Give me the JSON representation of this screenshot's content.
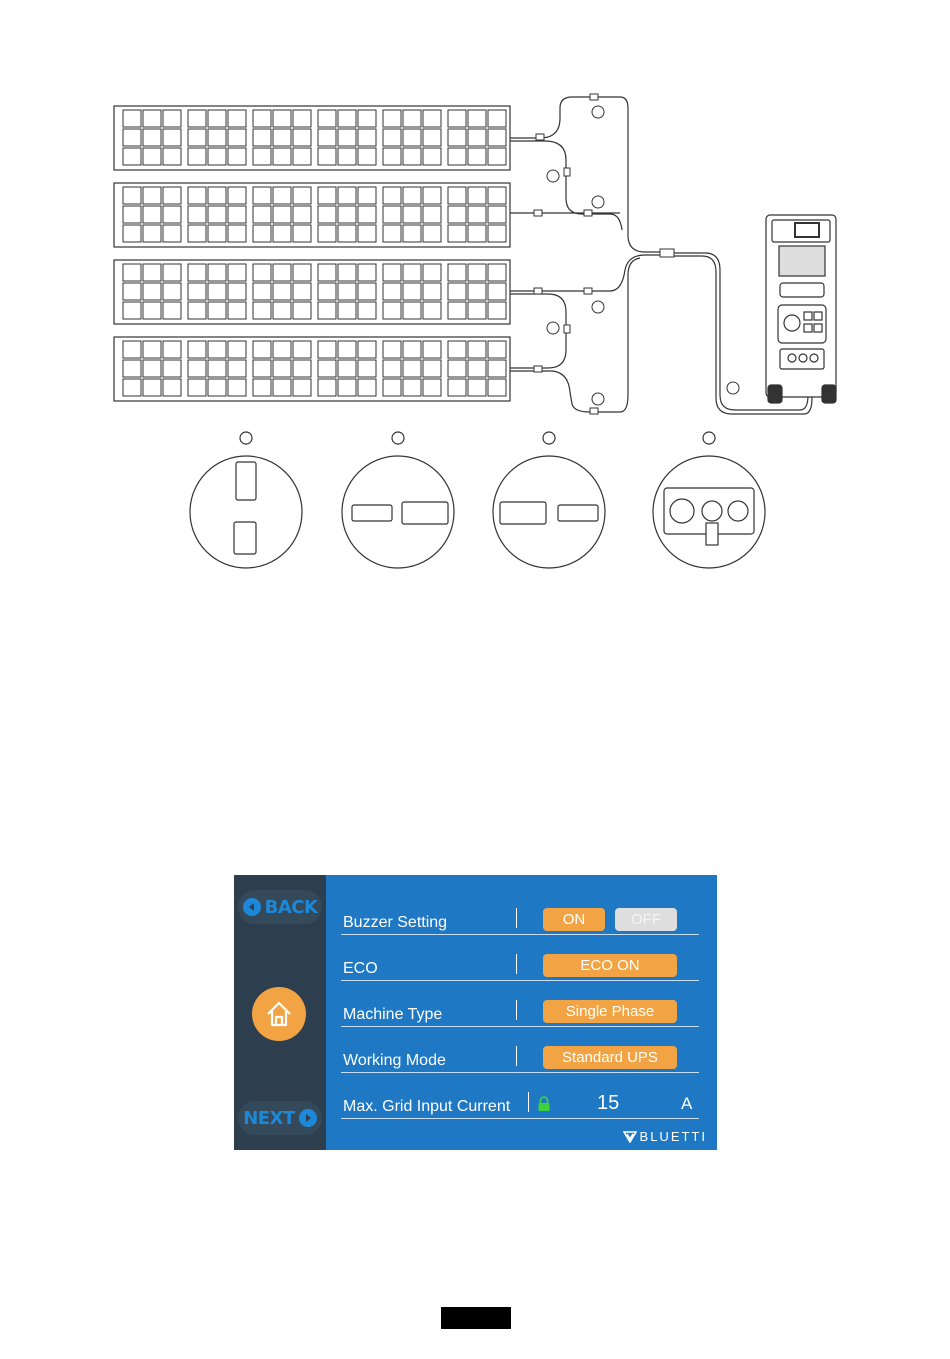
{
  "diagram": {
    "callouts": [
      "",
      "",
      "",
      ""
    ]
  },
  "settings_screen": {
    "back_label": "BACK",
    "next_label": "NEXT",
    "rows": [
      {
        "label": "Buzzer Setting",
        "options": [
          "ON",
          "OFF"
        ],
        "selected": "ON"
      },
      {
        "label": "ECO",
        "value": "ECO ON"
      },
      {
        "label": "Machine Type",
        "value": "Single Phase"
      },
      {
        "label": "Working Mode",
        "value": "Standard UPS"
      },
      {
        "label": "Max. Grid Input Current",
        "value": "15",
        "unit": "A",
        "locked": true
      }
    ],
    "brand": "BLUETTI",
    "colors": {
      "background": "#1e78c4",
      "sidebar": "#2d3f4e",
      "accent": "#f2a444",
      "lock": "#3fcf3f"
    },
    "icons": [
      "back-arrow-icon",
      "home-icon",
      "next-arrow-icon",
      "lock-icon",
      "bluetti-logo-icon"
    ]
  }
}
